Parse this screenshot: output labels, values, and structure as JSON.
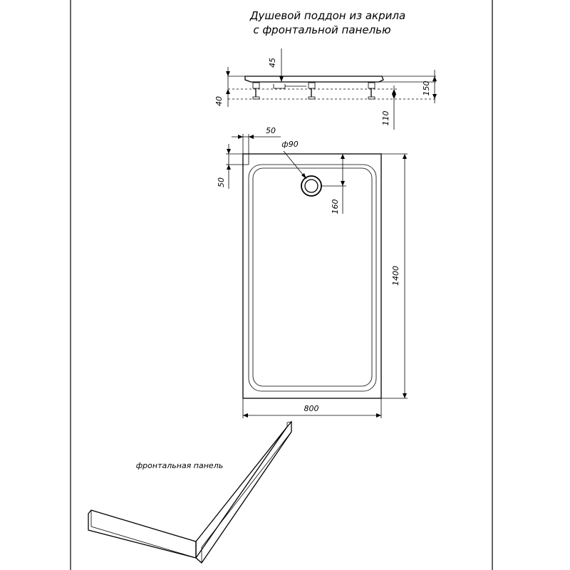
{
  "title": {
    "line1": "Душевой поддон из акрила",
    "line2": "с фронтальной панелью"
  },
  "dimensions": {
    "rim_height": "45",
    "total_height": "150",
    "leg_height": "40",
    "leg_range": "110",
    "rim_offset_x": "50",
    "rim_offset_y": "50",
    "drain_diameter": "ф90",
    "drain_offset": "160",
    "length": "1400",
    "width": "800"
  },
  "labels": {
    "front_panel": "фронтальная панель"
  }
}
